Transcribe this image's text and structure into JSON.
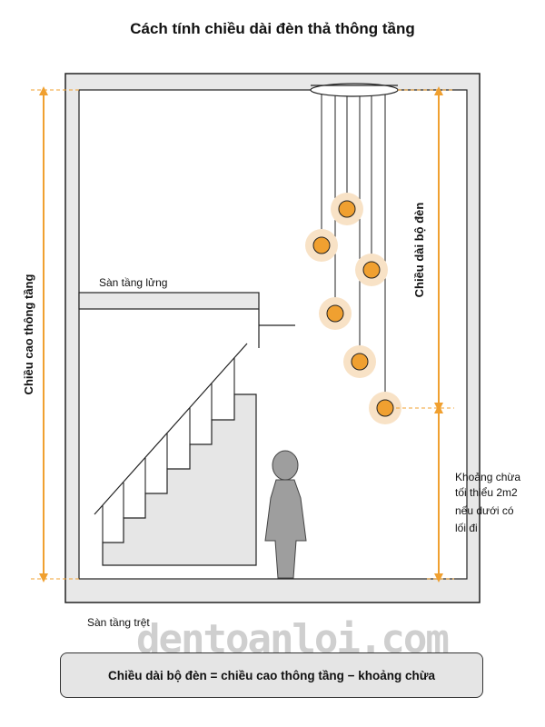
{
  "title": "Cách tính chiều dài đèn thả thông tầng",
  "labels": {
    "ceiling_height": "Chiều cao thông tầng",
    "fixture_length": "Chiều dài bộ đèn",
    "mezzanine": "Sàn tầng lửng",
    "ground_floor": "Sàn tầng trệt",
    "clearance": [
      "Khoảng chừa",
      "tối thiểu 2m2",
      "nếu dưới có",
      "lối đi"
    ]
  },
  "watermark": "dentoanloi.com",
  "formula": "Chiều dài bộ đèn = chiều cao thông tầng − khoảng chừa",
  "colors": {
    "arrow": "#f0a030",
    "bulb": "#f0a030",
    "glow": "#f8e2c6",
    "wall": "#e8e8e8",
    "stroke": "#222222",
    "stair": "#e6e6e6",
    "person": "#9e9e9e"
  }
}
